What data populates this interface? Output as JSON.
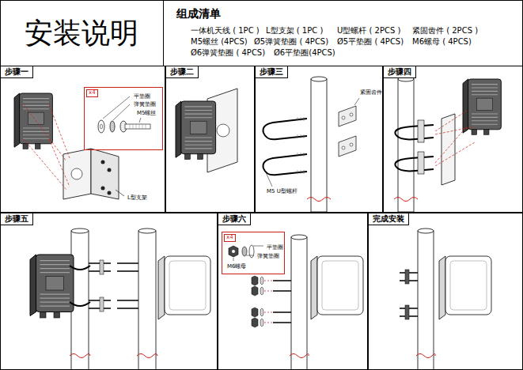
{
  "diagram": {
    "title": "安装说明",
    "nodes": [
      {
        "text": [
          "步骤一"
        ]
      },
      {
        "text": [
          "x4",
          "平垫圈",
          "弹簧垫圈",
          "M5螺丝"
        ],
        "in": 0
      },
      {
        "text": [
          "步骤二"
        ]
      },
      {
        "text": [
          "步骤三"
        ]
      },
      {
        "text": [
          "步骤四"
        ]
      },
      {
        "text": [
          "步骤五"
        ]
      },
      {
        "text": [
          "步骤六"
        ]
      },
      {
        "text": [
          "x4",
          "平垫圈",
          "弹簧垫圈",
          "M6螺母"
        ],
        "in": 6
      },
      {
        "text": [
          "完成安装"
        ]
      }
    ],
    "labels": [
      "组成清单",
      "一体机天线 ( 1PC )",
      "L型支架 ( 1PC )",
      "U型螺杆 ( 2PCS )",
      "紧固齿件 ( 2PCS )",
      "M5螺丝 (4PCS)",
      "Ø5弹簧垫圈 ( 4PCS)",
      "Ø5平垫圈 ( 4PCS)",
      "M6螺母 ( 4PCS)",
      "Ø6弹簧垫圈 ( 4PCS)",
      "Ø6平垫圈(4PCS)",
      "L型支架",
      "紧固齿件",
      "M5 U型螺杆"
    ]
  }
}
